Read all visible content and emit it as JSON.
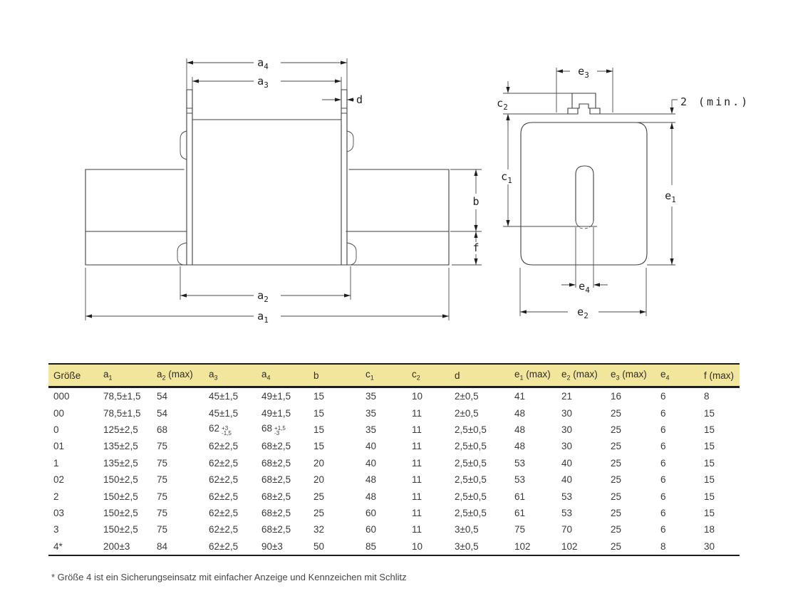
{
  "drawing": {
    "front_view_labels": {
      "a4": {
        "base": "a",
        "sub": "4"
      },
      "a3": {
        "base": "a",
        "sub": "3"
      },
      "d": {
        "base": "d"
      },
      "b": {
        "base": "b"
      },
      "f": {
        "base": "f"
      },
      "a2": {
        "base": "a",
        "sub": "2"
      },
      "a1": {
        "base": "a",
        "sub": "1"
      }
    },
    "side_view_labels": {
      "e3": {
        "base": "e",
        "sub": "3"
      },
      "c2": {
        "base": "c",
        "sub": "2"
      },
      "c1": {
        "base": "c",
        "sub": "1"
      },
      "e1": {
        "base": "e",
        "sub": "1"
      },
      "e4": {
        "base": "e",
        "sub": "4"
      },
      "e2": {
        "base": "e",
        "sub": "2"
      },
      "min_note": {
        "value": "2",
        "unit": "(min.)"
      }
    }
  },
  "table": {
    "header_bg": "#F2E59C",
    "headers": [
      {
        "t": "Größe"
      },
      {
        "t": "a",
        "sub": "1"
      },
      {
        "t": "a",
        "sub": "2",
        "suf": " (max)"
      },
      {
        "t": "a",
        "sub": "3"
      },
      {
        "t": "a",
        "sub": "4"
      },
      {
        "t": "b"
      },
      {
        "t": "c",
        "sub": "1"
      },
      {
        "t": "c",
        "sub": "2"
      },
      {
        "t": "d"
      },
      {
        "t": "e",
        "sub": "1",
        "suf": " (max)"
      },
      {
        "t": "e",
        "sub": "2",
        "suf": " (max)"
      },
      {
        "t": "e",
        "sub": "3",
        "suf": " (max)"
      },
      {
        "t": "e",
        "sub": "4"
      },
      {
        "t": "f",
        "suf": " (max)"
      }
    ],
    "rows": [
      [
        "000",
        "78,5±1,5",
        "54",
        "45±1,5",
        "49±1,5",
        "15",
        "35",
        "10",
        "2±0,5",
        "41",
        "21",
        "16",
        "6",
        "8"
      ],
      [
        "00",
        "78,5±1,5",
        "54",
        "45±1,5",
        "49±1,5",
        "15",
        "35",
        "11",
        "2±0,5",
        "48",
        "30",
        "25",
        "6",
        "15"
      ],
      [
        "0",
        "125±2,5",
        "68",
        {
          "v": "62",
          "plus": "+3",
          "minus": "-1,5"
        },
        {
          "v": "68",
          "plus": "+1,5",
          "minus": "-3"
        },
        "15",
        "35",
        "11",
        "2,5±0,5",
        "48",
        "30",
        "25",
        "6",
        "15"
      ],
      [
        "01",
        "135±2,5",
        "75",
        "62±2,5",
        "68±2,5",
        "15",
        "40",
        "11",
        "2,5±0,5",
        "48",
        "30",
        "25",
        "6",
        "15"
      ],
      [
        "1",
        "135±2,5",
        "75",
        "62±2,5",
        "68±2,5",
        "20",
        "40",
        "11",
        "2,5±0,5",
        "53",
        "40",
        "25",
        "6",
        "15"
      ],
      [
        "02",
        "150±2,5",
        "75",
        "62±2,5",
        "68±2,5",
        "20",
        "48",
        "11",
        "2,5±0,5",
        "53",
        "40",
        "25",
        "6",
        "15"
      ],
      [
        "2",
        "150±2,5",
        "75",
        "62±2,5",
        "68±2,5",
        "25",
        "48",
        "11",
        "2,5±0,5",
        "61",
        "53",
        "25",
        "6",
        "15"
      ],
      [
        "03",
        "150±2,5",
        "75",
        "62±2,5",
        "68±2,5",
        "25",
        "60",
        "11",
        "2,5±0,5",
        "61",
        "53",
        "25",
        "6",
        "15"
      ],
      [
        "3",
        "150±2,5",
        "75",
        "62±2,5",
        "68±2,5",
        "32",
        "60",
        "11",
        "3±0,5",
        "75",
        "70",
        "25",
        "6",
        "18"
      ],
      [
        "4*",
        "200±3",
        "84",
        "62±2,5",
        "90±3",
        "50",
        "85",
        "10",
        "3±0,5",
        "102",
        "102",
        "25",
        "8",
        "30"
      ]
    ]
  },
  "footnote": "* Größe 4 ist ein Sicherungseinsatz mit einfacher Anzeige und Kennzeichen mit Schlitz"
}
